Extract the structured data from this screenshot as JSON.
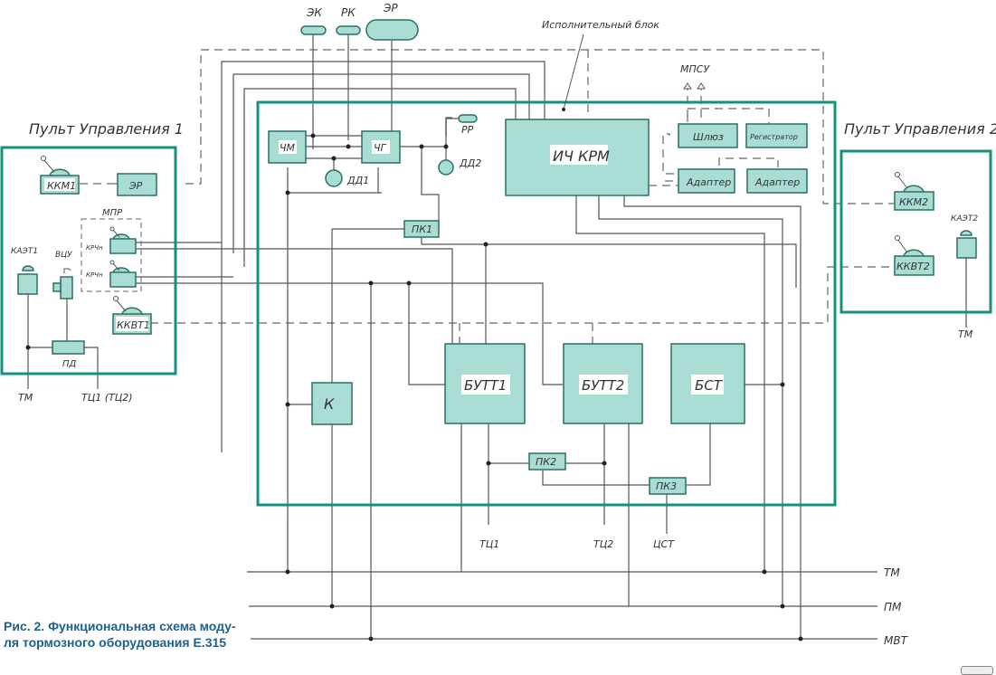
{
  "caption": {
    "line1": "Рис. 2. Функциональная схема моду-",
    "line2": "ля тормозного оборудования Е.315"
  },
  "colors": {
    "block_fill": "#a9ddd4",
    "frame": "#16907e",
    "wire": "#555555",
    "caption": "#1f5f8b"
  },
  "panel1": {
    "title": "Пульт Управления 1",
    "kkm": "ККМ1",
    "er": "ЭР",
    "mpr": "МПР",
    "kr1": "КРЧн",
    "kr2": "КРЧн",
    "kaet": "КАЭТ1",
    "vtsu": "ВЦУ",
    "pd": "ПД",
    "kkvt": "ККВТ1",
    "tm": "ТМ",
    "tc": "ТЦ1 (ТЦ2)"
  },
  "panel2": {
    "title": "Пульт Управления 2",
    "kkm": "ККМ2",
    "kkvt": "ККВТ2",
    "kaet": "КАЭТ2",
    "tm": "ТМ"
  },
  "top": {
    "ek": "ЭК",
    "rk": "РК",
    "er": "ЭР",
    "exec_block": "Исполнительный блок",
    "mpsu": "МПСУ"
  },
  "main": {
    "chm": "ЧМ",
    "chg": "ЧГ",
    "dd1": "ДД1",
    "dd2": "ДД2",
    "rr": "РР",
    "ich_krm": "ИЧ КРМ",
    "shluz": "Шлюз",
    "registrator": "Регистратор",
    "adapter1": "Адаптер",
    "adapter2": "Адаптер",
    "pk1": "ПК1",
    "pk2": "ПК2",
    "pk3": "ПК3",
    "k": "К",
    "butt1": "БУТТ1",
    "butt2": "БУТТ2",
    "bst": "БСТ",
    "tc1": "ТЦ1",
    "tc2": "ТЦ2",
    "tsst": "ЦСТ"
  },
  "buses": {
    "tm": "ТМ",
    "pm": "ПМ",
    "mvt": "МВТ"
  }
}
